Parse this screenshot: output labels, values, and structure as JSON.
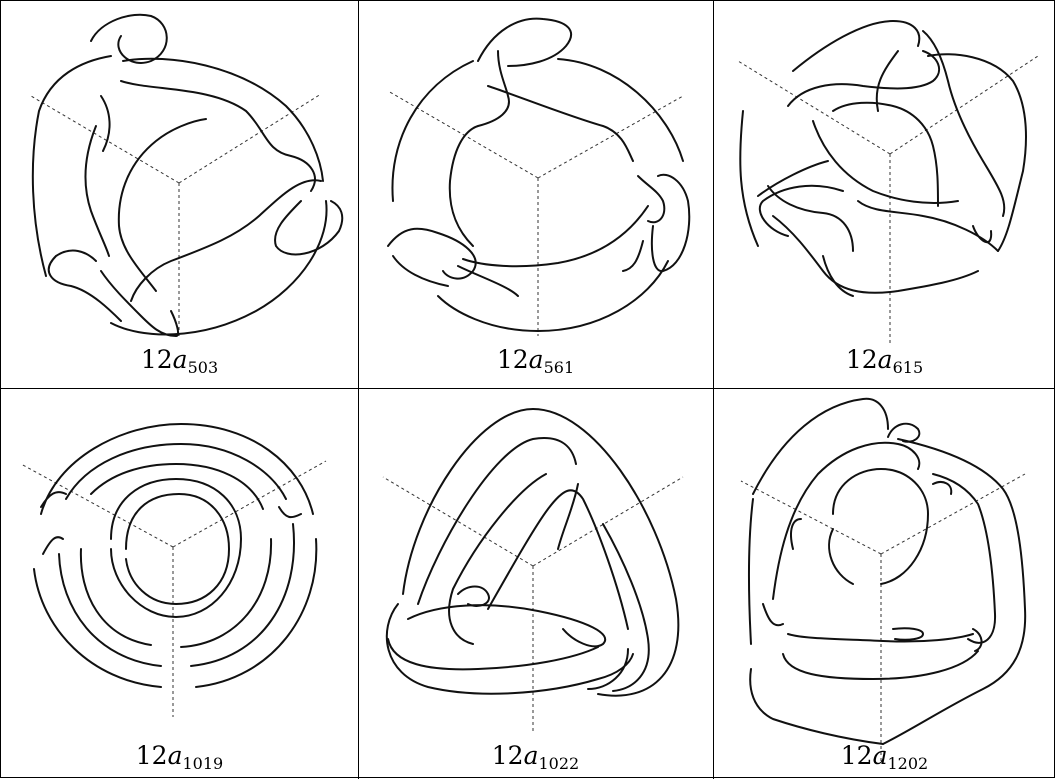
{
  "panels": [
    {
      "num": "12",
      "var": "a",
      "sub": "503"
    },
    {
      "num": "12",
      "var": "a",
      "sub": "561"
    },
    {
      "num": "12",
      "var": "a",
      "sub": "615"
    },
    {
      "num": "12",
      "var": "a",
      "sub": "1019"
    },
    {
      "num": "12",
      "var": "a",
      "sub": "1022"
    },
    {
      "num": "12",
      "var": "a",
      "sub": "1202"
    }
  ]
}
